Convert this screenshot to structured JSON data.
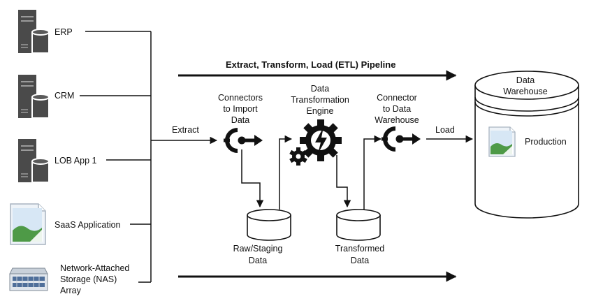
{
  "title": "Extract, Transform, Load (ETL) Pipeline",
  "sources": {
    "erp": "ERP",
    "crm": "CRM",
    "lob": "LOB App 1",
    "saas": "SaaS Application",
    "nas": [
      "Network-Attached",
      "Storage (NAS)",
      "Array"
    ]
  },
  "flow": {
    "extract": "Extract",
    "load": "Load"
  },
  "stages": {
    "connectors": [
      "Connectors",
      "to Import",
      "Data"
    ],
    "engine": [
      "Data",
      "Transformation",
      "Engine"
    ],
    "connector_dw": [
      "Connector",
      "to Data",
      "Warehouse"
    ]
  },
  "stores": {
    "raw": [
      "Raw/Staging",
      "Data"
    ],
    "transformed": [
      "Transformed",
      "Data"
    ]
  },
  "warehouse": {
    "title": [
      "Data",
      "Warehouse"
    ],
    "production": "Production"
  },
  "icons": {
    "server": "server-icon",
    "image": "image-placeholder-icon",
    "nas": "nas-array-icon",
    "connector": "connector-plug-icon",
    "engine": "gear-lightning-icon",
    "database": "database-icon"
  }
}
